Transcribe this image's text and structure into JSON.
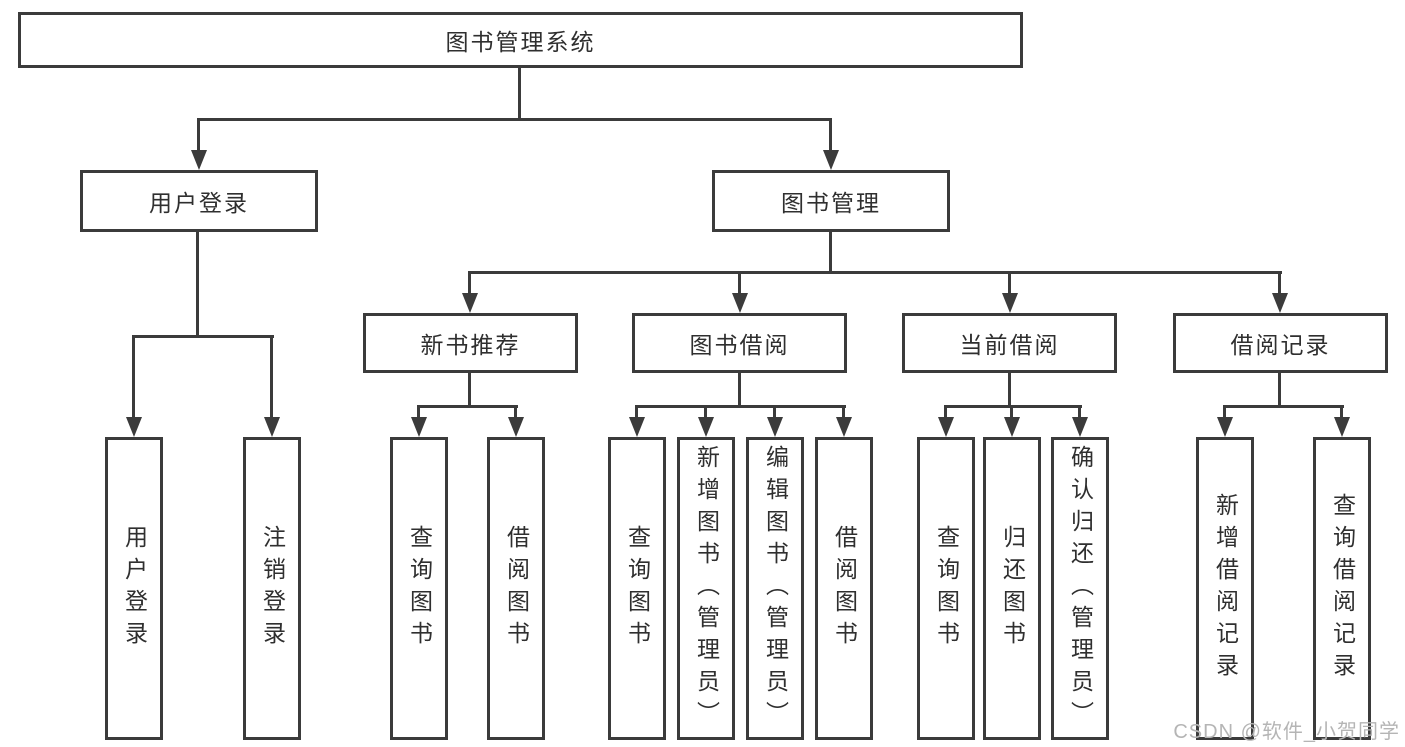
{
  "diagram_title": "图书管理系统",
  "nodes": {
    "root": "图书管理系统",
    "user_login": "用户登录",
    "book_mgmt": "图书管理",
    "new_rec": "新书推荐",
    "borrow": "图书借阅",
    "current": "当前借阅",
    "records": "借阅记录"
  },
  "leaves": [
    {
      "label": "用户登录"
    },
    {
      "label": "注销登录"
    },
    {
      "label": "查询图书"
    },
    {
      "label": "借阅图书"
    },
    {
      "label": "查询图书"
    },
    {
      "label": "新增图书（管理员）"
    },
    {
      "label": "编辑图书（管理员）"
    },
    {
      "label": "借阅图书"
    },
    {
      "label": "查询图书"
    },
    {
      "label": "归还图书"
    },
    {
      "label": "确认归还（管理员）"
    },
    {
      "label": "新增借阅记录"
    },
    {
      "label": "查询借阅记录"
    }
  ],
  "watermark": "CSDN @软件_小贺同学",
  "colors": {
    "line": "#3b3b3b",
    "text": "#2f2f2f",
    "watermark": "#b5b5b5",
    "box_bg": "#ffffff"
  }
}
